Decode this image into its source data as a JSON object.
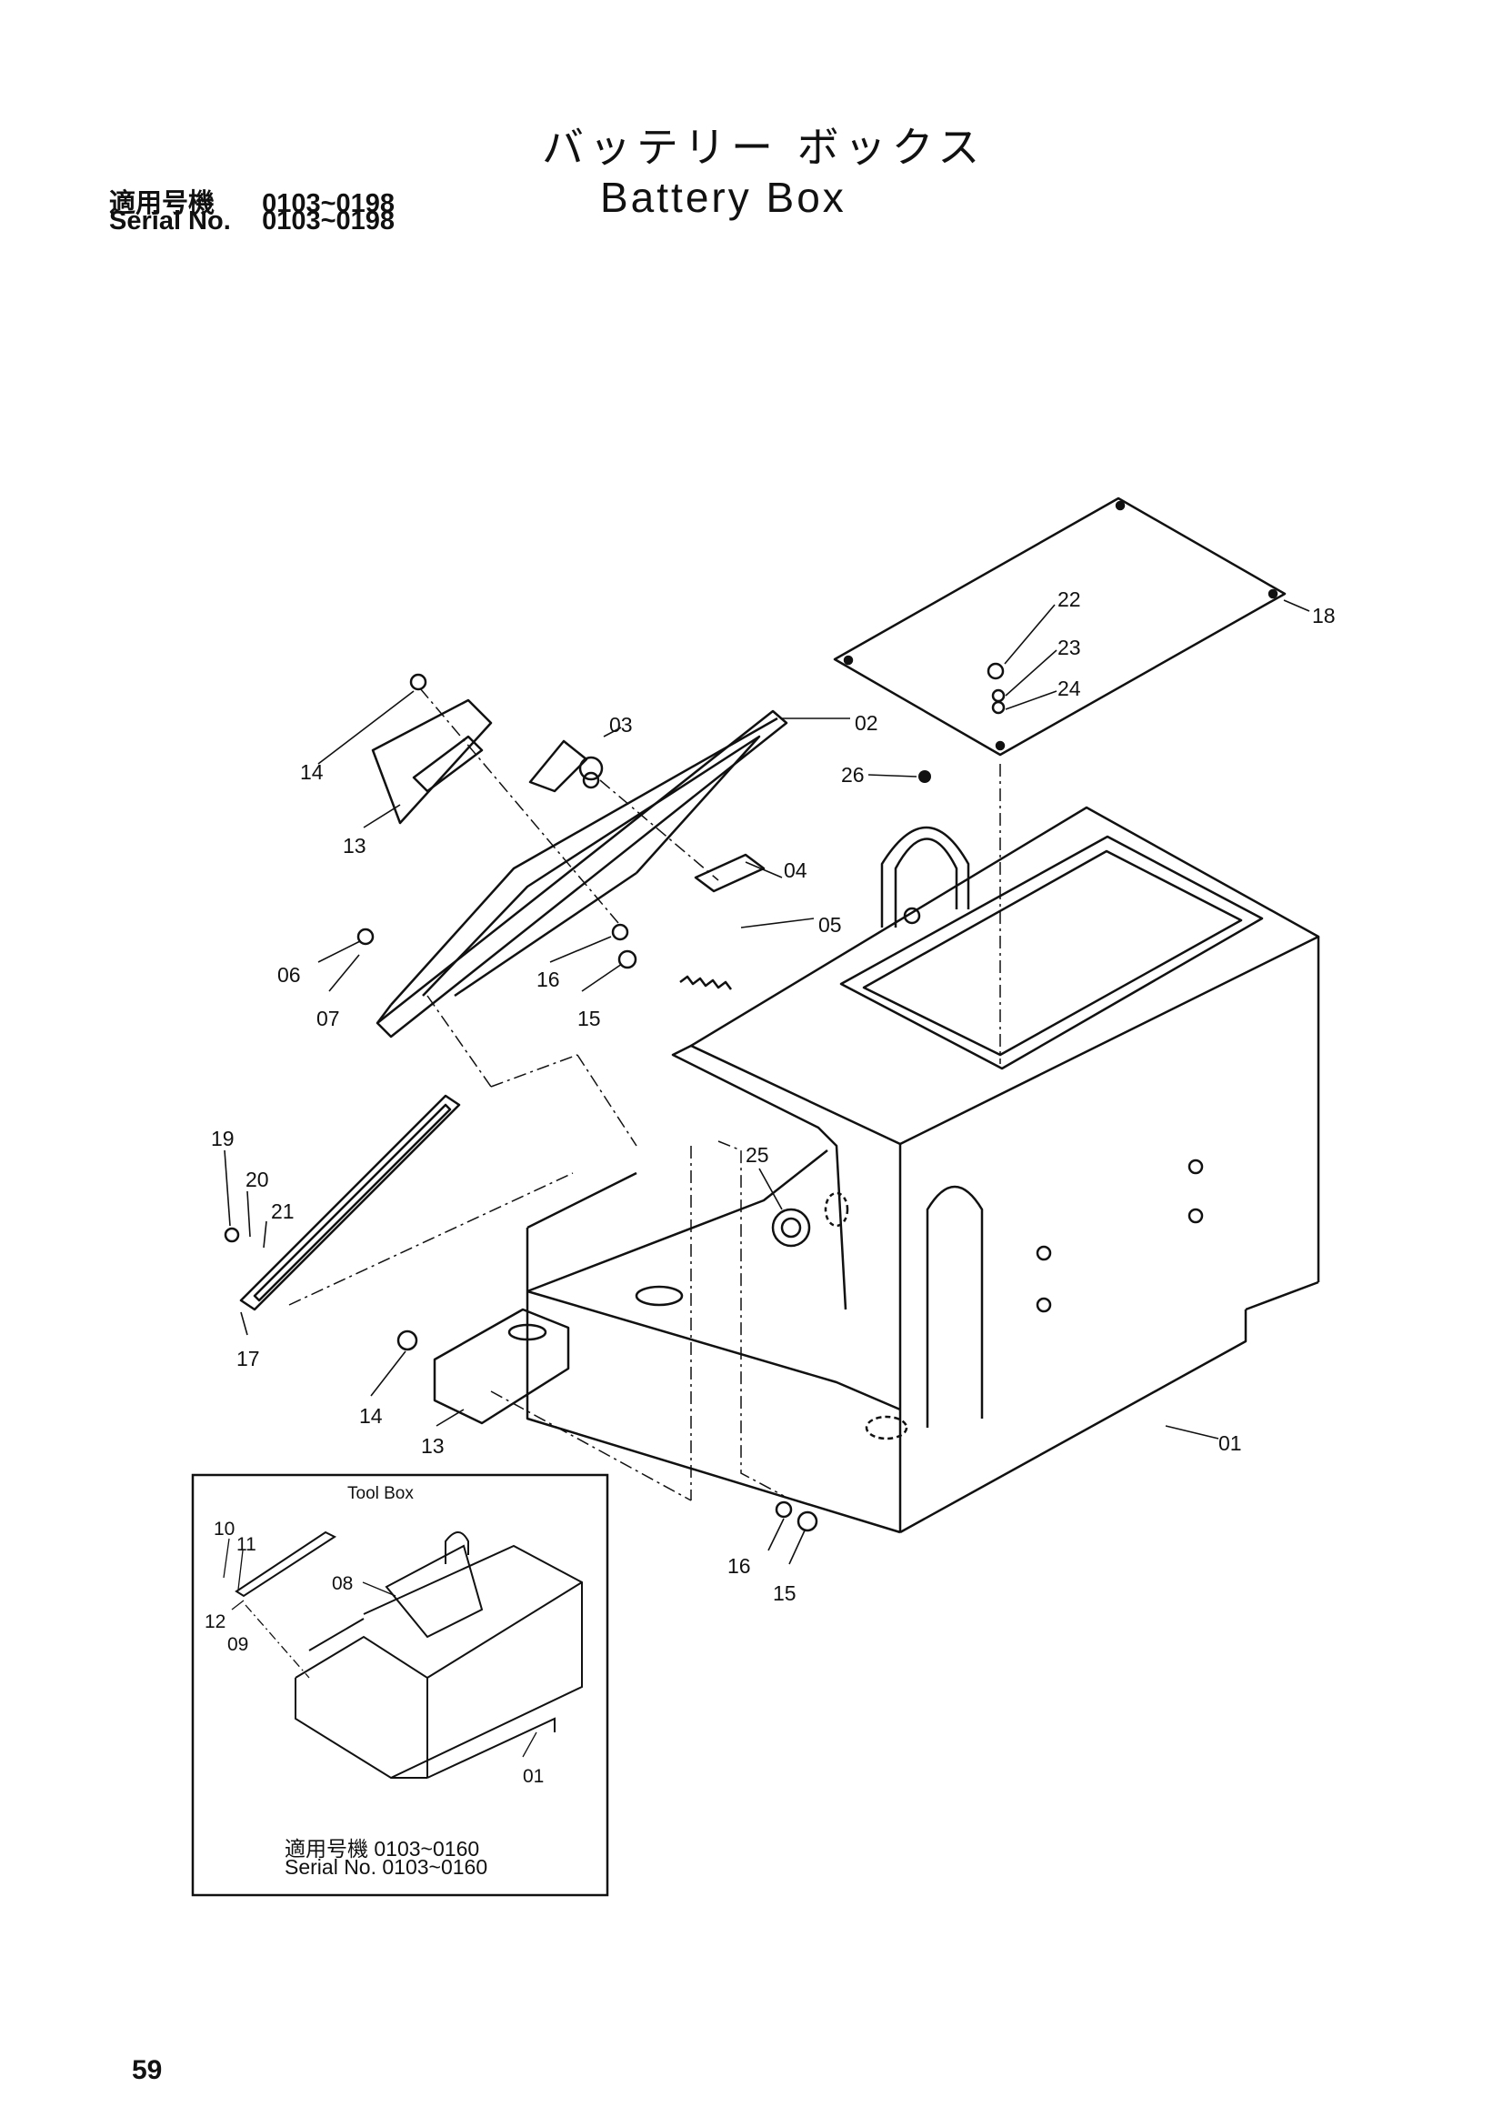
{
  "header": {
    "title_ja": "バッテリー ボックス",
    "title_en": "Battery Box",
    "serial_ja_label": "適用号機",
    "serial_ja_value": "0103~0198",
    "serial_en_label": "Serial No.",
    "serial_en_value": "0103~0198"
  },
  "callouts": [
    "01",
    "02",
    "03",
    "04",
    "05",
    "06",
    "07",
    "13",
    "14",
    "15",
    "16",
    "17",
    "18",
    "19",
    "20",
    "21",
    "22",
    "23",
    "24",
    "25",
    "26"
  ],
  "callout_labels": {
    "c01": "01",
    "c02": "02",
    "c03": "03",
    "c04": "04",
    "c05": "05",
    "c06": "06",
    "c07": "07",
    "c13a": "13",
    "c14a": "14",
    "c13b": "13",
    "c14b": "14",
    "c15a": "15",
    "c16a": "16",
    "c15b": "15",
    "c16b": "16",
    "c17": "17",
    "c18": "18",
    "c19": "19",
    "c20": "20",
    "c21": "21",
    "c22": "22",
    "c23": "23",
    "c24": "24",
    "c25": "25",
    "c26": "26"
  },
  "tool_box": {
    "title": "Tool Box",
    "labels": {
      "c08": "08",
      "c09": "09",
      "c10": "10",
      "c11": "11",
      "c12": "12",
      "c01": "01"
    },
    "serial_ja": "適用号機  0103~0160",
    "serial_en": "Serial No. 0103~0160"
  },
  "page_number": "59"
}
